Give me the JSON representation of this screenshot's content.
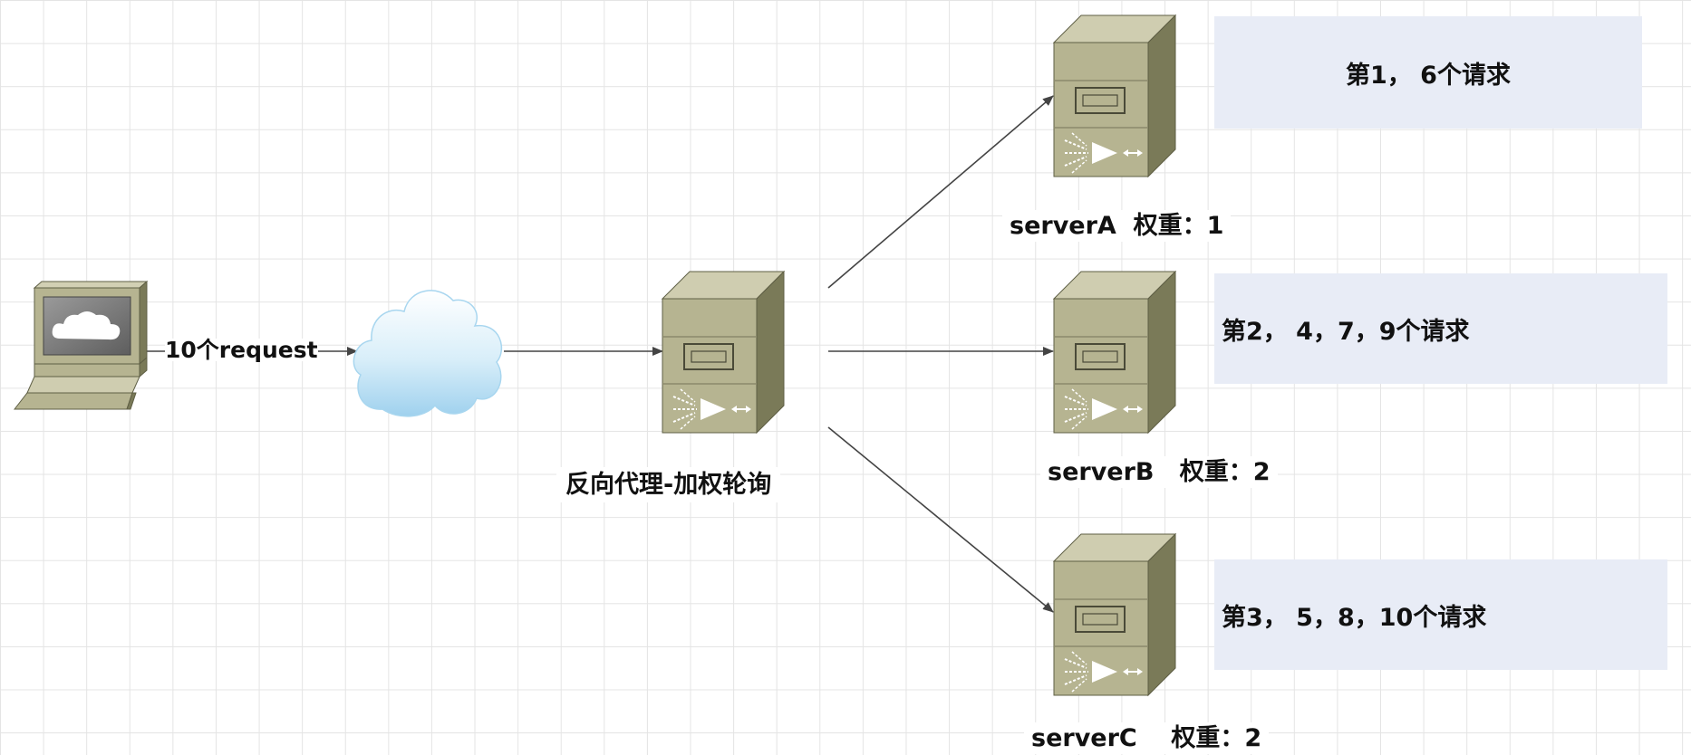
{
  "client": {
    "label": "10个request"
  },
  "proxy": {
    "label": "反向代理-加权轮询"
  },
  "servers": [
    {
      "label": "serverA  权重：1",
      "requests": "第1， 6个请求"
    },
    {
      "label": "serverB   权重：2",
      "requests": "第2， 4，7，9个请求"
    },
    {
      "label": "serverC    权重：2",
      "requests": "第3， 5，8，10个请求"
    }
  ],
  "colors": {
    "server_front": "#b6b491",
    "server_side": "#7a7a58",
    "server_top": "#cfcdb0",
    "note_bg": "#e8ecf6",
    "arrow": "#444444"
  },
  "icons": {
    "client": "laptop-icon",
    "network": "cloud-icon",
    "server": "server-tower-icon"
  }
}
